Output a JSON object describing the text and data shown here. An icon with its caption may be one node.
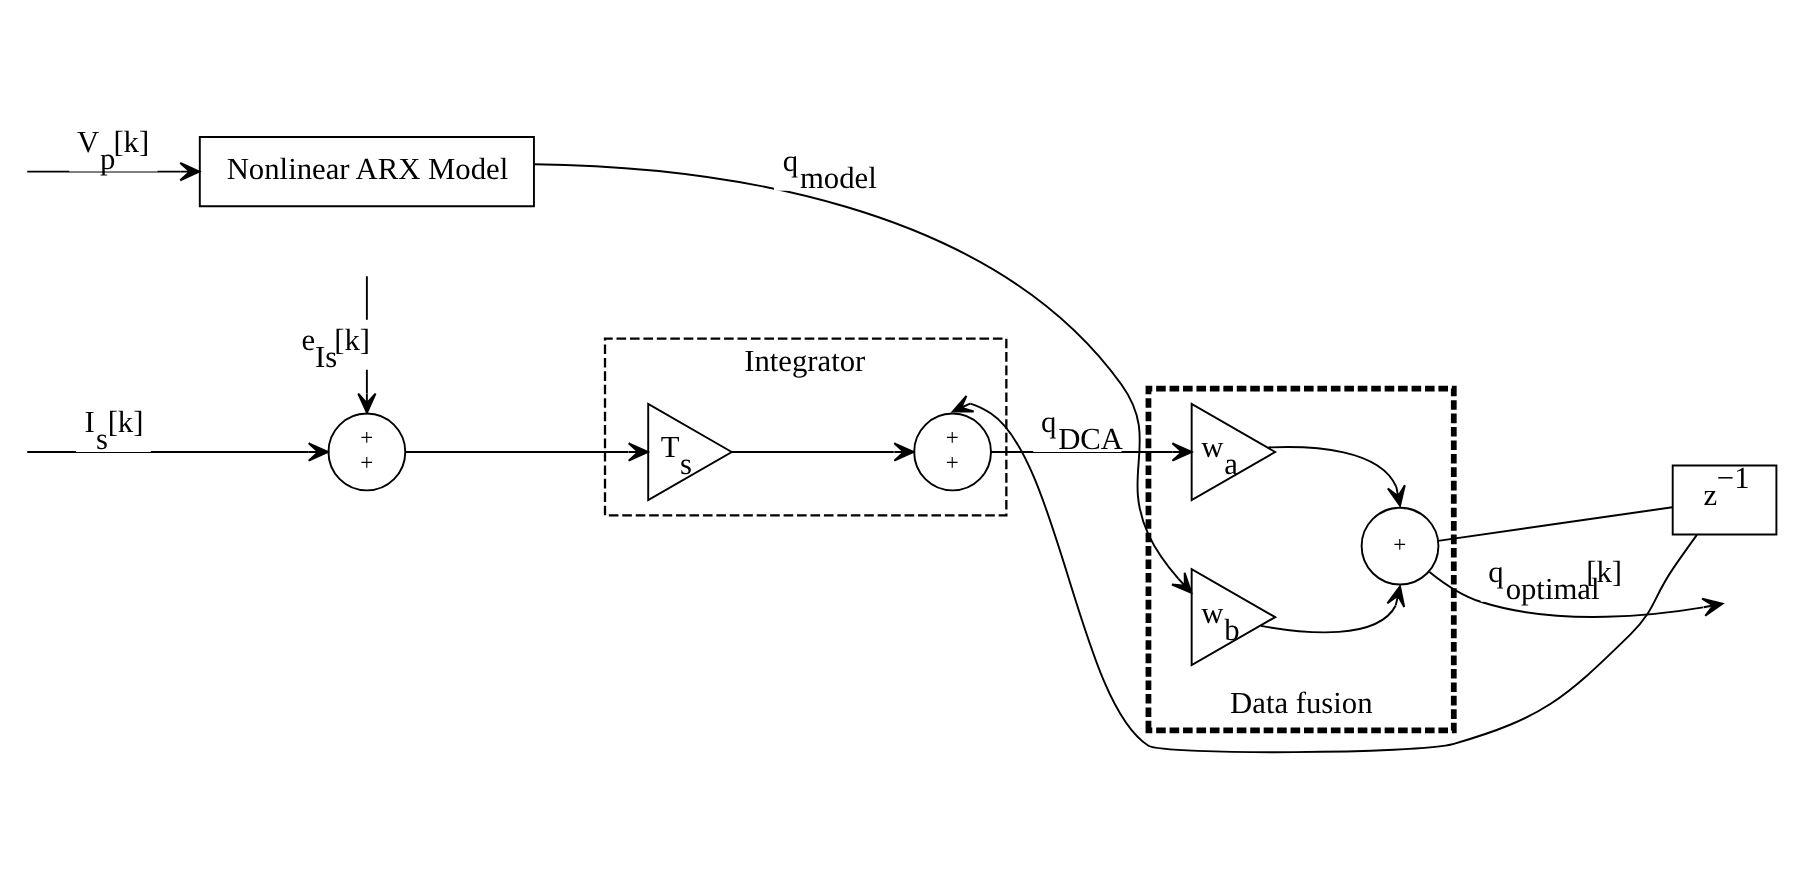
{
  "diagram": {
    "nodes": [
      {
        "text": [
          "Integrator"
        ]
      },
      {
        "text": [
          "Data fusion"
        ]
      },
      {
        "text": [
          "+",
          "+"
        ]
      },
      {
        "text": [
          "T$_{s}$"
        ],
        "in": 0
      },
      {
        "text": [
          "+",
          "+"
        ],
        "in": 0
      },
      {
        "text": [
          "w$_{a}$"
        ],
        "in": 1
      },
      {
        "text": [
          "w$_{b}$"
        ],
        "in": 1
      },
      {
        "text": [
          "+"
        ],
        "in": 1
      },
      {
        "text": [
          "z$^{−1}$"
        ]
      },
      {
        "text": [
          "Nonlinear ARX Model"
        ]
      }
    ],
    "edges": [
      {
        "from": null,
        "to": 2,
        "arrow": "to",
        "label": "I$_{s}$[k]"
      },
      {
        "from": null,
        "to": 2,
        "arrow": "to",
        "label": "e$_{Is}$[k]"
      },
      {
        "from": 2,
        "to": 3,
        "arrow": "to"
      },
      {
        "from": 3,
        "to": 4,
        "arrow": "to"
      },
      {
        "from": 4,
        "to": 5,
        "arrow": "to",
        "label": "q$_{DCA}$"
      },
      {
        "from": 5,
        "to": 7,
        "arrow": "to"
      },
      {
        "from": 6,
        "to": 7,
        "arrow": "to"
      },
      {
        "from": 7,
        "to": null,
        "arrow": "to",
        "label": "q$_{optimal}$[k]"
      },
      {
        "from": 7,
        "to": 8,
        "arrow": "none"
      },
      {
        "from": 8,
        "to": 4,
        "arrow": "to"
      },
      {
        "from": null,
        "to": 9,
        "arrow": "to",
        "label": "V$_{p}$[k]"
      },
      {
        "from": 9,
        "to": 6,
        "arrow": "to",
        "label": "q$_{model}$"
      }
    ]
  }
}
